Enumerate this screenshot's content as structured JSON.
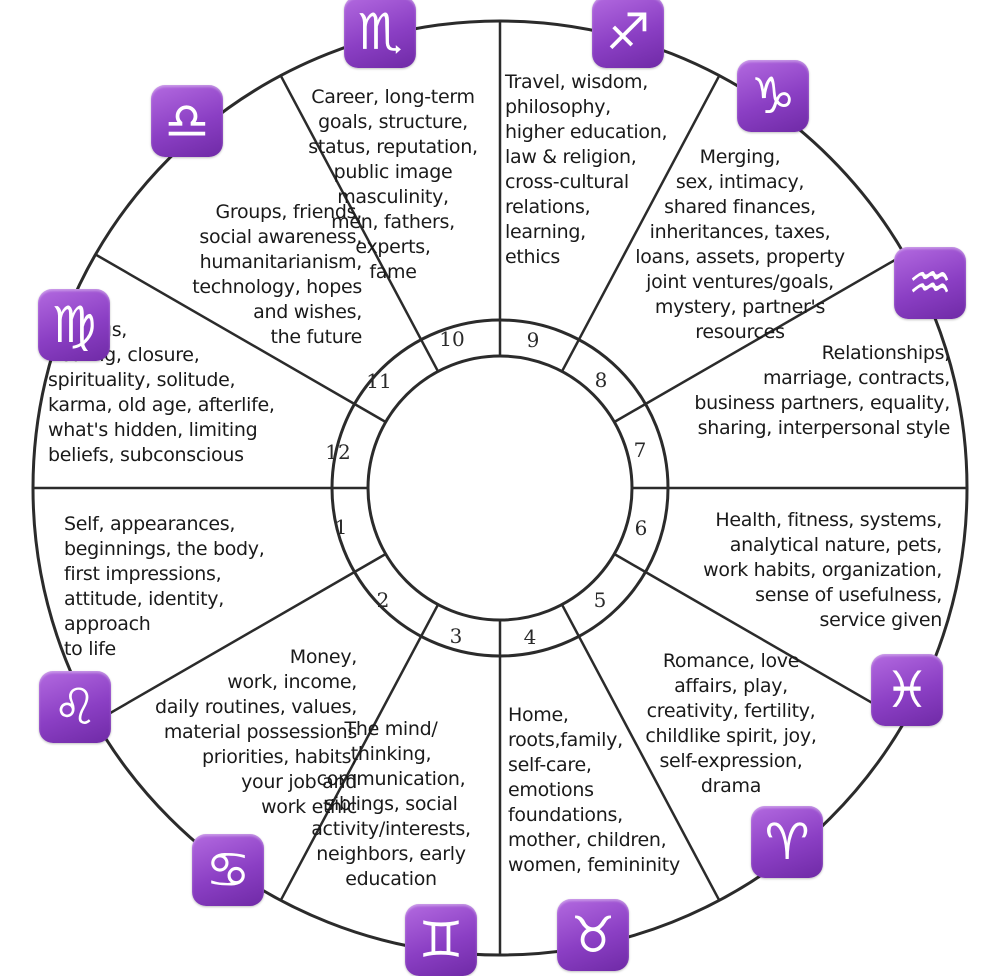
{
  "houses": [
    {
      "number": "1",
      "lines": [
        "Self, appearances,",
        "beginnings, the body,",
        "first impressions,",
        "attitude, identity,",
        "approach",
        "to  life"
      ]
    },
    {
      "number": "2",
      "lines": [
        "Money,",
        "work, income,",
        "daily routines, values,",
        "material possessions",
        "priorities, habits,",
        "your job and",
        "work ethic"
      ]
    },
    {
      "number": "3",
      "lines": [
        "The mind/",
        "thinking,",
        "communication,",
        "siblings, social",
        "activity/interests,",
        "neighbors, early",
        "education"
      ]
    },
    {
      "number": "4",
      "lines": [
        "Home,",
        "roots,family,",
        "self-care,",
        "emotions",
        "foundations,",
        "mother, children,",
        "women, femininity"
      ]
    },
    {
      "number": "5",
      "lines": [
        "Romance, love",
        "affairs, play,",
        "creativity, fertility,",
        "childlike spirit, joy,",
        "self-expression,",
        "drama"
      ]
    },
    {
      "number": "6",
      "lines": [
        "Health, fitness, systems,",
        "analytical nature, pets,",
        "work habits, organization,",
        "sense of usefulness,",
        "service given"
      ]
    },
    {
      "number": "7",
      "lines": [
        "Relationships,",
        "marriage, contracts,",
        "business partners, equality,",
        "sharing, interpersonal style"
      ]
    },
    {
      "number": "8",
      "lines": [
        "Merging,",
        "sex, intimacy,",
        "shared finances,",
        "inheritances, taxes,",
        "loans, assets, property",
        "joint ventures/goals,",
        "mystery, partner's",
        "resources"
      ]
    },
    {
      "number": "9",
      "lines": [
        "Travel, wisdom,",
        "philosophy,",
        "higher education,",
        "law & religion,",
        "cross-cultural",
        "relations,",
        "learning,",
        "ethics"
      ]
    },
    {
      "number": "10",
      "lines": [
        "Career, long-term",
        "goals, structure,",
        "status, reputation,",
        "public image",
        "masculinity,",
        "men, fathers,",
        "experts,",
        "fame"
      ]
    },
    {
      "number": "11",
      "lines": [
        "Groups, friends,",
        "social awareness,",
        "humanitarianism,",
        "technology, hopes",
        "and wishes,",
        "the future"
      ]
    },
    {
      "number": "12",
      "lines": [
        "Endings,",
        "healing, closure,",
        "spirituality, solitude,",
        "karma, old age, afterlife,",
        "what's hidden, limiting",
        "beliefs, subconscious"
      ]
    }
  ],
  "signs": [
    {
      "name": "aries-icon",
      "glyph": "♈"
    },
    {
      "name": "taurus-icon",
      "glyph": "♉"
    },
    {
      "name": "gemini-icon",
      "glyph": "♊"
    },
    {
      "name": "cancer-icon",
      "glyph": "♋"
    },
    {
      "name": "leo-icon",
      "glyph": "♌"
    },
    {
      "name": "virgo-icon",
      "glyph": "♍"
    },
    {
      "name": "libra-icon",
      "glyph": "♎"
    },
    {
      "name": "scorpio-icon",
      "glyph": "♏"
    },
    {
      "name": "sagittarius-icon",
      "glyph": "♐"
    },
    {
      "name": "capricorn-icon",
      "glyph": "♑"
    },
    {
      "name": "aquarius-icon",
      "glyph": "♒"
    },
    {
      "name": "pisces-icon",
      "glyph": "♓"
    }
  ],
  "colors": {
    "line": "#2b2b2b",
    "sign_tile": "#8b3fc4",
    "sign_glyph": "#ffffff"
  }
}
